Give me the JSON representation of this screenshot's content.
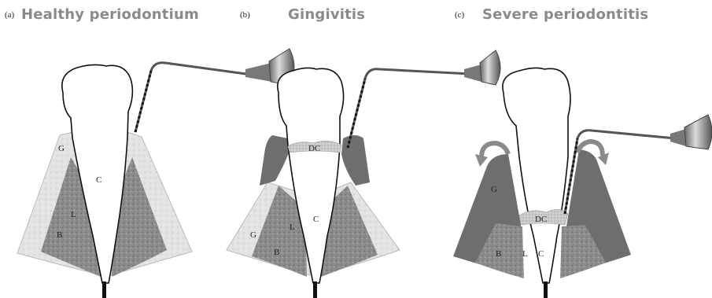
{
  "panels": [
    {
      "letter": "(a)",
      "title": "Healthy periodontium",
      "labels": {
        "gingiva": "G",
        "crown": "C",
        "ligament": "L",
        "bone": "B"
      }
    },
    {
      "letter": "(b)",
      "title": "Gingivitis",
      "labels": {
        "calculus": "DC",
        "crown": "C",
        "ligament": "L",
        "gingiva": "G",
        "bone": "B"
      }
    },
    {
      "letter": "(c)",
      "title": "Severe periodontitis",
      "labels": {
        "gingiva": "G",
        "calculus": "DC",
        "bone": "B",
        "ligament": "L",
        "crown": "C"
      }
    }
  ],
  "colors": {
    "title": "#8a8a8a",
    "tooth": "#ffffff",
    "gingiva_healthy": "#e3e3e3",
    "gingiva_inflamed": "#6e6e6e",
    "bone": "#8c8c8c",
    "calculus": "#c9c9c9",
    "probe_handle": "#9a9a9a"
  },
  "icons": [
    "periodontal-probe-icon",
    "rotation-arrow-icon"
  ]
}
